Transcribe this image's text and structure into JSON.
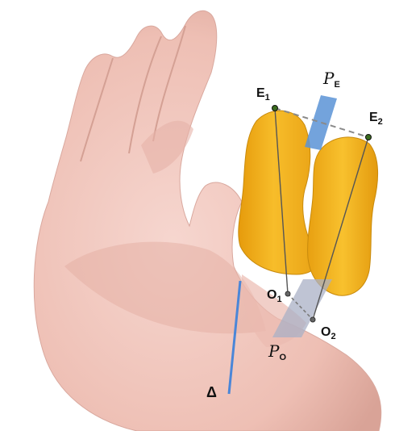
{
  "labels": {
    "e1": "E",
    "e1_sub": "1",
    "e2": "E",
    "e2_sub": "2",
    "o1": "O",
    "o1_sub": "1",
    "o2": "O",
    "o2_sub": "2",
    "pe": "P",
    "pe_sub": "E",
    "po": "P",
    "po_sub": "O",
    "delta": "Δ"
  },
  "colors": {
    "hand": "#efc4ba",
    "hand_shade": "#dba79c",
    "finger_yellow": "#f2b120",
    "finger_shade": "#d8940e",
    "plane_blue": "#5b93d6",
    "plane_grey": "#a9b0c6",
    "axis_line": "#4a86d8",
    "dashed_line": "#8a8a8a",
    "point_marker": "#3a6b1e"
  },
  "icons": [
    "e1-point",
    "e2-point",
    "o1-point",
    "o2-point",
    "pe-plane",
    "po-plane",
    "delta-axis"
  ]
}
